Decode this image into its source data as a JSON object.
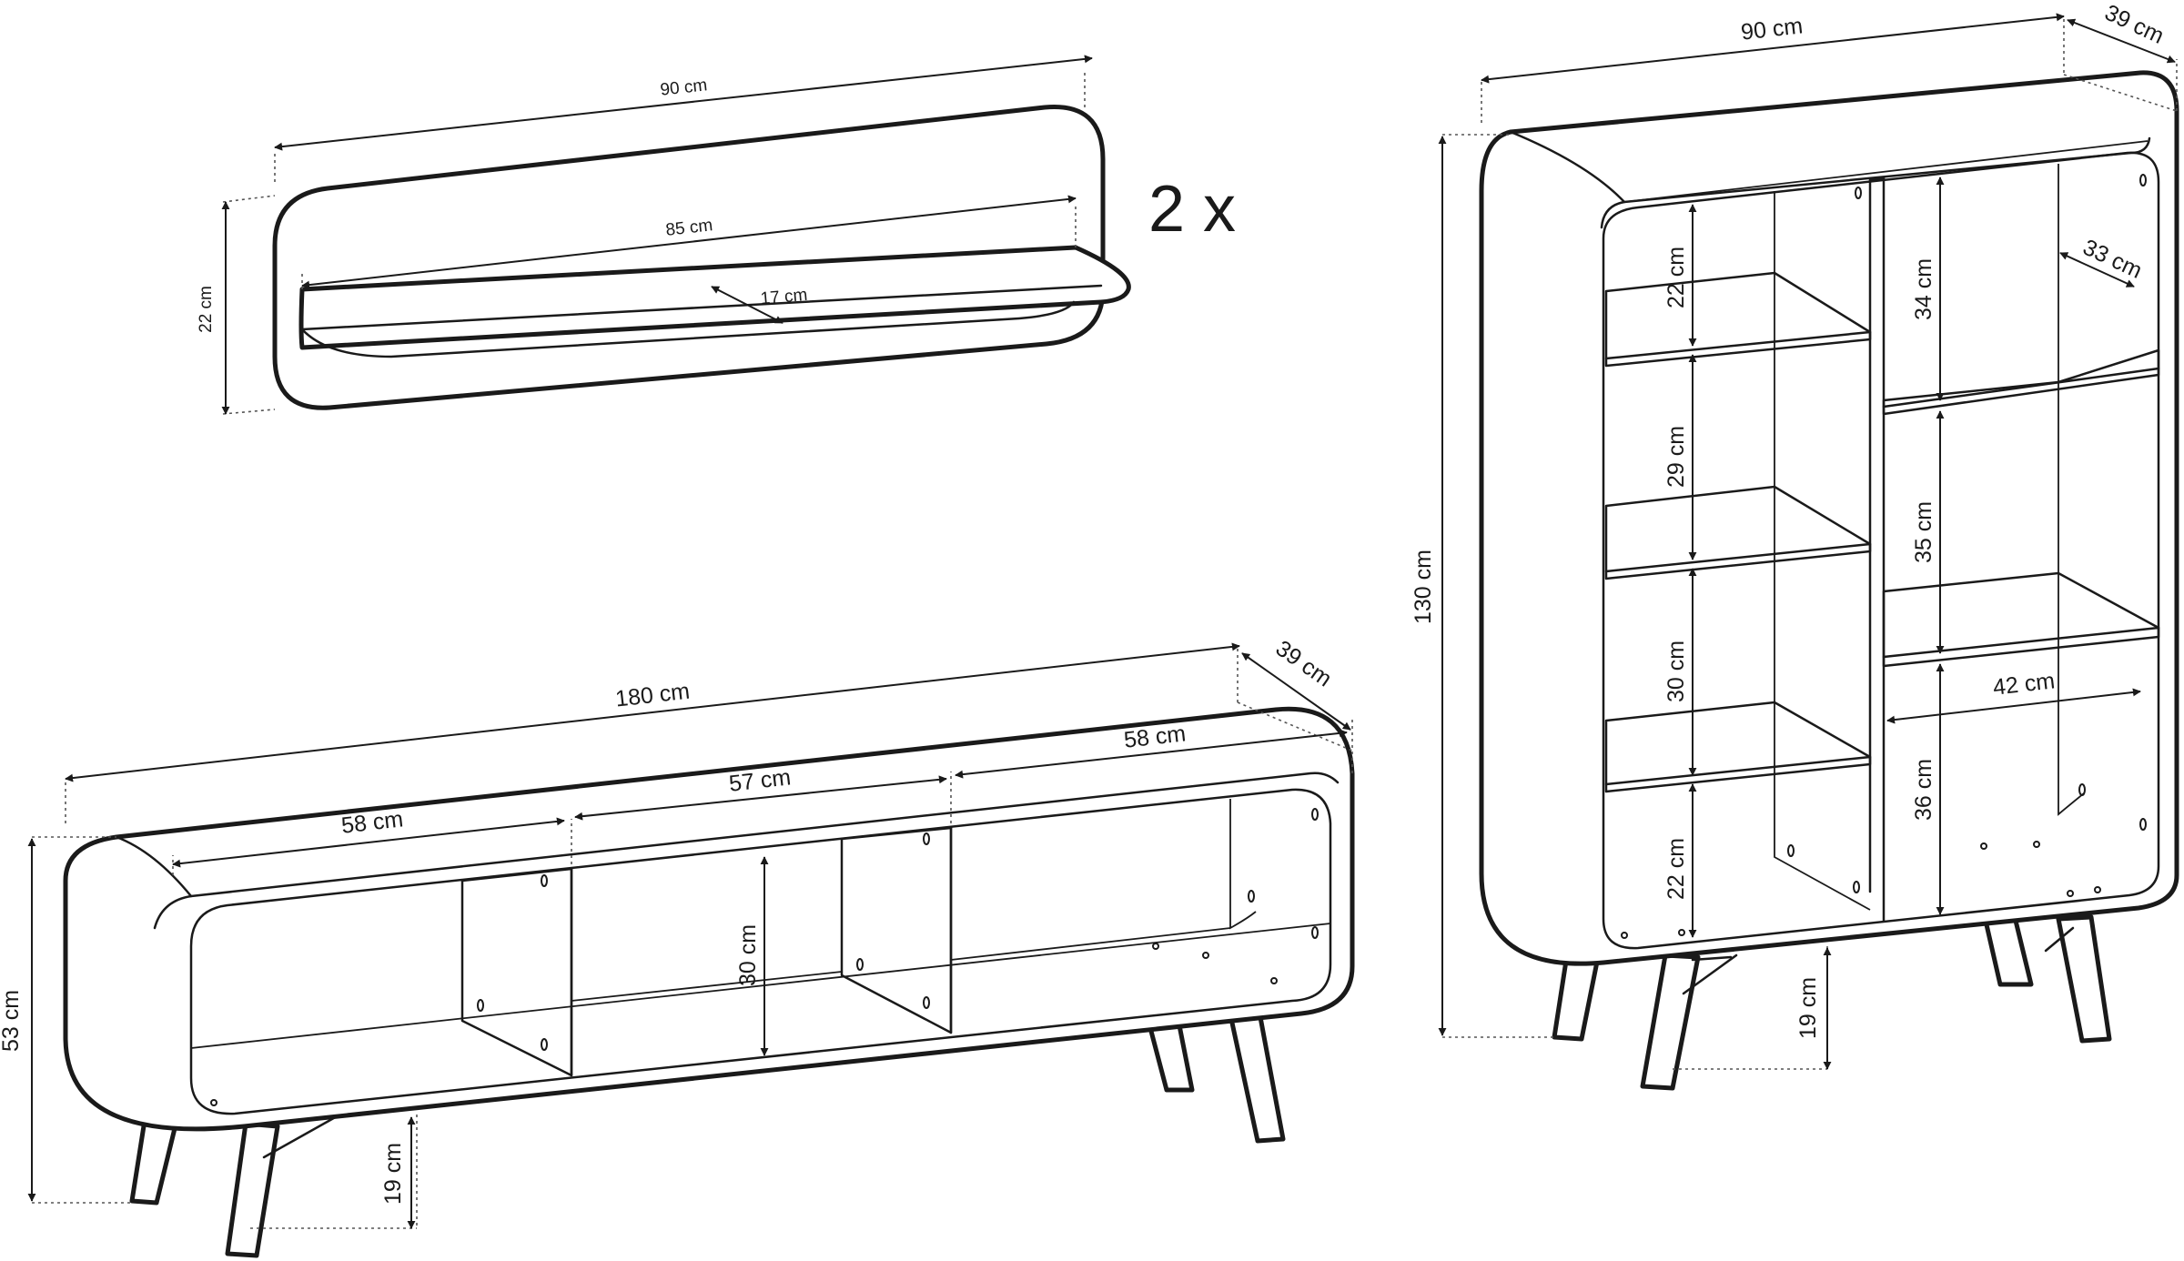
{
  "colors": {
    "line": "#1a1a1a",
    "background": "#ffffff"
  },
  "wall_shelf": {
    "width": "90 cm",
    "inner_width": "85 cm",
    "depth": "17 cm",
    "height": "22 cm",
    "quantity": "2 x"
  },
  "tv_unit": {
    "width": "180 cm",
    "depth": "39 cm",
    "height": "53 cm",
    "leg_height": "19 cm",
    "compartment_left": "58 cm",
    "compartment_middle": "57 cm",
    "compartment_right": "58 cm",
    "inner_height": "30 cm"
  },
  "cabinet": {
    "width": "90 cm",
    "depth": "39 cm",
    "height": "130 cm",
    "leg_height": "19 cm",
    "shelf_depth": "33 cm",
    "right_width": "42 cm",
    "left_heights": [
      "22 cm",
      "29 cm",
      "30 cm",
      "22 cm"
    ],
    "right_heights": [
      "34 cm",
      "35 cm",
      "36 cm"
    ]
  }
}
